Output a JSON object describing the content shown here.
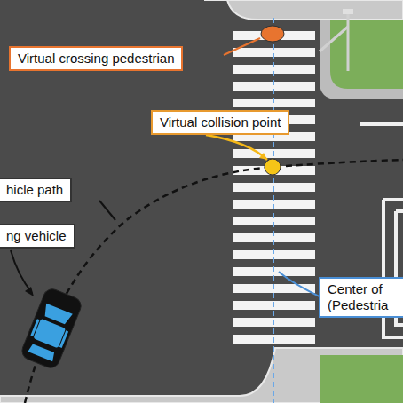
{
  "diagram": {
    "nodes": [
      {
        "text": [
          "Virtual crossing pedestrian"
        ]
      },
      {
        "text": [
          "Virtual collision point"
        ]
      },
      {
        "text": [
          "hicle path"
        ]
      },
      {
        "text": [
          "ng vehicle"
        ]
      },
      {
        "text": [
          "Center of (Pedestria"
        ]
      }
    ]
  }
}
